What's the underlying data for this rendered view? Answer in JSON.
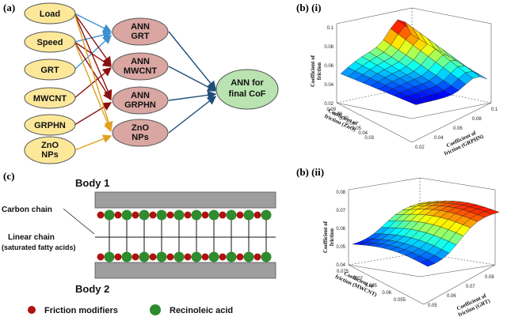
{
  "panel_a": {
    "label": "(a)",
    "inputs": [
      "Load",
      "Speed",
      "GRT",
      "MWCNT",
      "GRPHN",
      "ZnO NPs"
    ],
    "anns": [
      "ANN GRT",
      "ANN MWCNT",
      "ANN GRPHN",
      "ZnO NPs"
    ],
    "final": "ANN for final CoF",
    "colors": {
      "input_fill": "#fde89a",
      "ann_fill": "#d9a6a2",
      "final_fill": "#b9e3b0",
      "arrow_blue": "#3d8fd0",
      "arrow_red": "#8b1010",
      "arrow_gold": "#e0a020",
      "arrow_navy": "#1f4e79"
    }
  },
  "panel_b1": {
    "label": "(b) (i)",
    "zlabel": "Coefficient of friction",
    "ylabel": "Coefficient of friction (ZnO)",
    "xlabel": "Coefficient of friction (GRPHN)",
    "z_ticks": [
      "0.1",
      "0.08",
      "0.06",
      "0.04",
      "0.02"
    ],
    "y_ticks": [
      "0.09",
      "0.08",
      "0.07",
      "0.06",
      "0.05",
      "0.04",
      "0.03"
    ],
    "x_ticks": [
      "0.02",
      "0.04",
      "0.06",
      "0.08",
      "0.1"
    ]
  },
  "panel_b2": {
    "label": "(b) (ii)",
    "zlabel": "Coefficient of friction",
    "ylabel": "Coefficient of friction (MWCNT)",
    "xlabel": "Coefficient of friction (GRT)",
    "z_ticks": [
      "0.08",
      "0.07",
      "0.06",
      "0.05",
      "0.04"
    ],
    "y_ticks": [
      "0.075",
      "0.07",
      "0.065",
      "0.06",
      "0.055"
    ],
    "x_ticks": [
      "0.05",
      "0.06",
      "0.07",
      "0.08"
    ]
  },
  "panel_c": {
    "label": "(c)",
    "body1": "Body 1",
    "body2": "Body 2",
    "carbon_chain": "Carbon chain",
    "linear_chain": "Linear chain",
    "linear_chain_sub": "(saturated fatty acids)",
    "legend_fm": "Friction modifiers",
    "legend_ra": "Recinoleic acid",
    "colors": {
      "fm": "#b01010",
      "ra": "#2e8b2e",
      "plate": "#9e9e9e"
    }
  }
}
